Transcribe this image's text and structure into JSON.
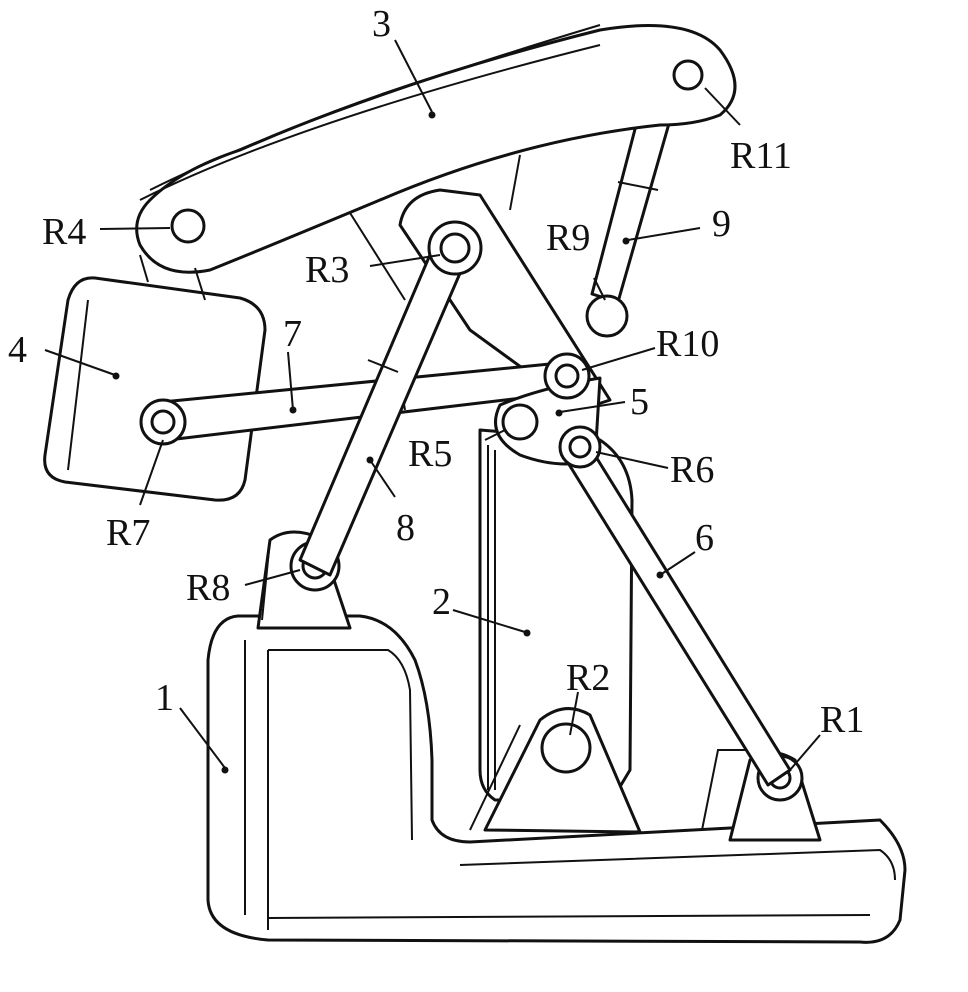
{
  "labels": {
    "part_1": "1",
    "part_2": "2",
    "part_3": "3",
    "part_4": "4",
    "part_5": "5",
    "part_6": "6",
    "part_7": "7",
    "part_8": "8",
    "part_9": "9",
    "R1": "R1",
    "R2": "R2",
    "R3": "R3",
    "R4": "R4",
    "R5": "R5",
    "R6": "R6",
    "R7": "R7",
    "R8": "R8",
    "R9": "R9",
    "R10": "R10",
    "R11": "R11"
  }
}
